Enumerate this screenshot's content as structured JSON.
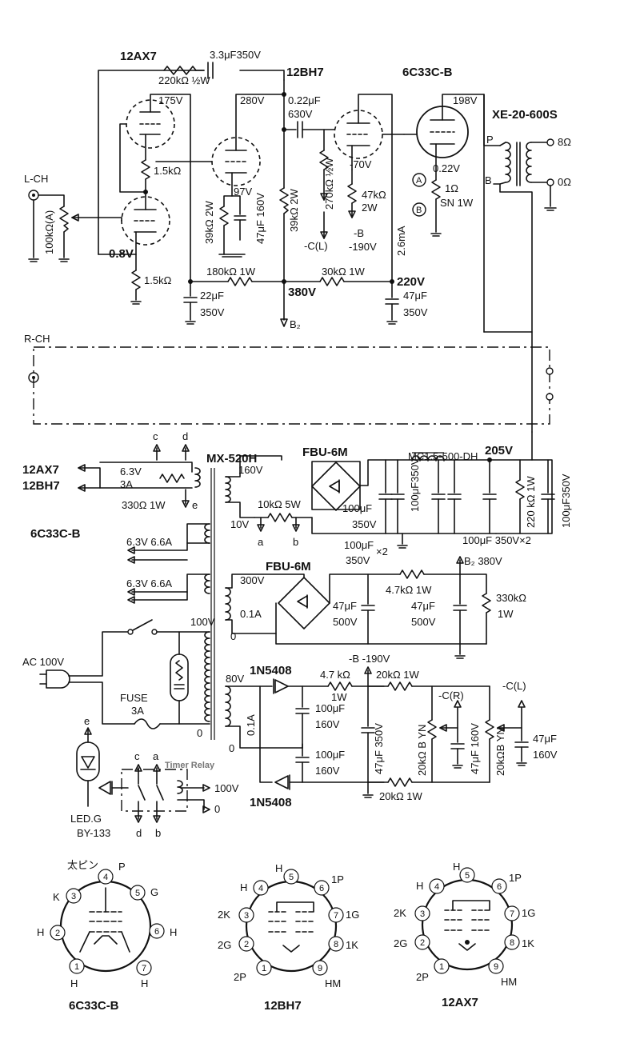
{
  "tubes": {
    "v1": "12AX7",
    "v2": "12BH7",
    "v3": "6C33C-B",
    "transformer": "XE-20-600S"
  },
  "input": {
    "lch": "L-CH",
    "rch": "R-CH",
    "vol": "100kΩ(A)"
  },
  "amp": {
    "r_fb": "220kΩ ½W",
    "c_fb": "3.3μF350V",
    "v_175": "175V",
    "v_08": "0.8V",
    "r_15a": "1.5kΩ",
    "r_15b": "1.5kΩ",
    "v_280": "280V",
    "v_97": "97V",
    "r_39": "39kΩ 2W",
    "c_47_160": "47μF 160V",
    "r_180": "180kΩ 1W",
    "c_22": "22μF",
    "c_22v": "350V",
    "r_39_2w": "39kΩ 2W",
    "c_022": "0.22μF",
    "c_022v": "630V",
    "v_380": "380V",
    "b2": "B₂",
    "v_m70": "-70V",
    "r_270": "270kΩ ½W",
    "r_47k": "47kΩ",
    "r_47k_w": "2W",
    "cl": "-C(L)",
    "neg_b": "-B",
    "v_m190": "-190V",
    "r_30": "30kΩ 1W",
    "ma": "2.6mA",
    "v_220": "220V",
    "c_47b": "47μF",
    "c_47bv": "350V",
    "v_198": "198V",
    "v_022": "0.22V",
    "r_1": "1Ω",
    "r_1b": "SN 1W",
    "pt_a": "A",
    "pt_b": "B",
    "out_8": "8Ω",
    "out_0": "0Ω",
    "tap_p": "P",
    "tap_b": "B"
  },
  "power": {
    "heater_12ax7": "12AX7",
    "heater_12bh7": "12BH7",
    "h63": "6.3V",
    "h3a": "3A",
    "r330": "330Ω 1W",
    "lc": "c",
    "ld": "d",
    "le": "e",
    "la": "a",
    "lb": "b",
    "pt": "MX-520H",
    "v160": "160V",
    "v10": "10V",
    "r10k": "10kΩ 5W",
    "fbu1": "FBU-6M",
    "choke": "MC1.5-500-DH",
    "v205": "205V",
    "c100a": "100μF",
    "c100av": "350V",
    "c100b": "100μF350V",
    "c100c": "100μF",
    "c100cv": "350V",
    "x2a": "×2",
    "c100d": "100μF 350V×2",
    "r220k": "220 kΩ 1W",
    "c100e": "100μF350V",
    "h6c33": "6C33C-B",
    "h66a": "6.3V 6.6A",
    "h66b": "6.3V 6.6A",
    "v300": "300V",
    "a01": "0.1A",
    "v0a": "0",
    "fbu2": "FBU-6M",
    "b2_380": "B₂ 380V",
    "r47k1w": "4.7kΩ 1W",
    "c47a": "47μF",
    "c47av": "500V",
    "c47b": "47μF",
    "c47bv": "500V",
    "r330k": "330kΩ",
    "r330kw": "1W",
    "ac": "AC 100V",
    "v100": "100V",
    "fuse": "FUSE",
    "fuse_a": "3A",
    "v0b": "0",
    "v80": "80V",
    "a01b": "0.1A",
    "v0c": "0",
    "d1": "1N5408",
    "d2": "1N5408",
    "r47k_b": "4.7 kΩ",
    "r47k_bw": "1W",
    "r20k_a": "20kΩ 1W",
    "r20k_b": "20kΩ 1W",
    "c100f": "100μF",
    "c100fv": "160V",
    "c100g": "100μF",
    "c100gv": "160V",
    "c47c": "47μF 350V",
    "neg_b190": "-B -190V",
    "cr": "-C(R)",
    "cl2": "-C(L)",
    "vr_b1": "20kΩ B YN",
    "vr_b2": "20kΩB YN",
    "c47d": "47μF 160V",
    "c47e": "47μF",
    "c47ev": "160V",
    "timer": "Timer Relay",
    "v100b": "100V",
    "v0d": "0",
    "led": "LED.G",
    "led2": "BY-133"
  },
  "pinouts": {
    "p6c33": {
      "name": "6C33C-B",
      "note": "太ピン",
      "pins": [
        "1",
        "2",
        "3",
        "4",
        "5",
        "6",
        "7"
      ],
      "labels": [
        "H",
        "H",
        "K",
        "P",
        "G",
        "H",
        "H"
      ]
    },
    "p12bh7": {
      "name": "12BH7",
      "pins": [
        "1",
        "2",
        "3",
        "4",
        "5",
        "6",
        "7",
        "8",
        "9"
      ],
      "labels": [
        "2P",
        "2G",
        "2K",
        "H",
        "H",
        "1P",
        "1G",
        "1K",
        "HM"
      ]
    },
    "p12ax7": {
      "name": "12AX7",
      "pins": [
        "1",
        "2",
        "3",
        "4",
        "5",
        "6",
        "7",
        "8",
        "9"
      ],
      "labels": [
        "2P",
        "2G",
        "2K",
        "H",
        "H",
        "1P",
        "1G",
        "1K",
        "HM"
      ]
    }
  }
}
